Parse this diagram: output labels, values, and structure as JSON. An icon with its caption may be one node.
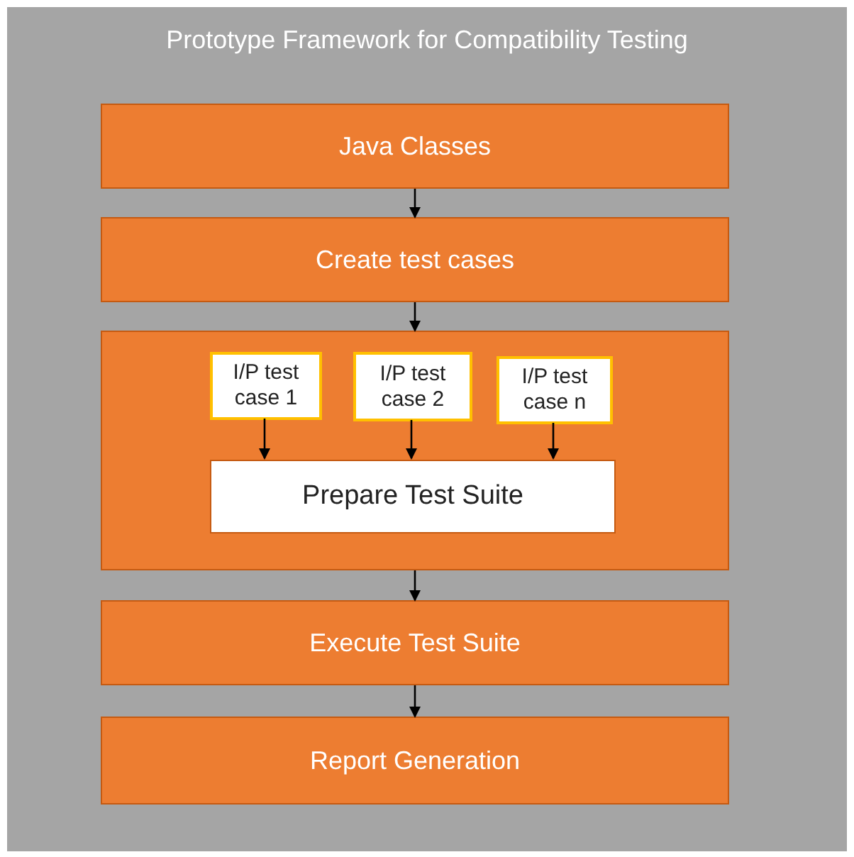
{
  "diagram": {
    "nodes": [
      {
        "text": [
          "Prototype Framework for Compatibility Testing"
        ]
      },
      {
        "text": [
          "Java Classes"
        ],
        "in": 0
      },
      {
        "text": [
          "Create test cases"
        ],
        "in": 0
      },
      {
        "text": [],
        "shape": "box",
        "in": 0
      },
      {
        "text": [
          "I/P test case 1"
        ],
        "in": 3
      },
      {
        "text": [
          "I/P test case 2"
        ],
        "in": 3
      },
      {
        "text": [
          "I/P test case n"
        ],
        "in": 3
      },
      {
        "text": [
          "Prepare Test Suite"
        ],
        "in": 3
      },
      {
        "text": [
          "Execute Test Suite"
        ],
        "in": 0
      },
      {
        "text": [
          "Report Generation"
        ],
        "in": 0
      }
    ],
    "edges": [
      {
        "from": 1,
        "to": 2,
        "arrow": "to"
      },
      {
        "from": 2,
        "to": 3,
        "arrow": "to"
      },
      {
        "from": 4,
        "to": 7,
        "arrow": "to"
      },
      {
        "from": 5,
        "to": 7,
        "arrow": "to"
      },
      {
        "from": 6,
        "to": 7,
        "arrow": "to"
      },
      {
        "from": 3,
        "to": 8,
        "arrow": "to"
      },
      {
        "from": 8,
        "to": 9,
        "arrow": "to"
      }
    ]
  }
}
